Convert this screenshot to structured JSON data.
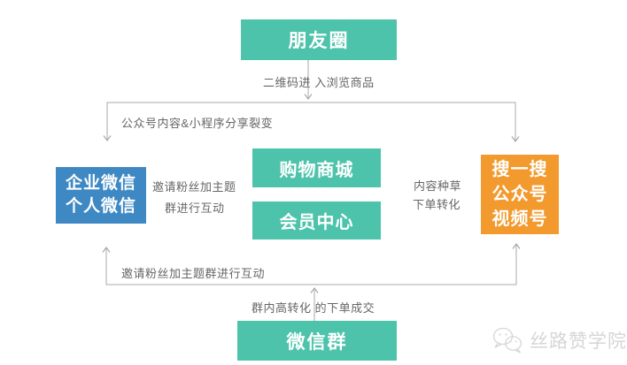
{
  "colors": {
    "teal": "#4EC3AB",
    "blue": "#3E88C3",
    "orange": "#F29A2E",
    "line": "#A9A9A9",
    "label": "#666666",
    "watermark": "#D6D6D6"
  },
  "nodes": {
    "moments": {
      "label": "朋友圈"
    },
    "wecom": {
      "line1": "企业微信",
      "line2": "个人微信"
    },
    "mall": {
      "label": "购物商城"
    },
    "member_center": {
      "label": "会员中心"
    },
    "search": {
      "line1": "搜一搜",
      "line2": "公众号",
      "line3": "视频号"
    },
    "wechat_group": {
      "label": "微信群"
    }
  },
  "edge_labels": {
    "qr_entry": "二维码进 入浏览商品",
    "share_fission": "公众号内容&小程序分享裂变",
    "invite_side_line1": "邀请粉丝加主题",
    "invite_side_line2": "群进行互动",
    "content_seed_line1": "内容种草",
    "content_seed_line2": "下单转化",
    "invite_bottom": "邀请粉丝加主题群进行互动",
    "group_conversion": "群内高转化 的下单成交"
  },
  "edges": [
    {
      "from": "朋友圈",
      "to": "分发节点",
      "direction": "down",
      "label": "二维码进 入浏览商品"
    },
    {
      "from": "分发节点",
      "to": "企业微信/个人微信",
      "direction": "down-left",
      "label": "公众号内容&小程序分享裂变"
    },
    {
      "from": "分发节点",
      "to": "搜一搜/公众号/视频号",
      "direction": "down-right",
      "label": ""
    },
    {
      "from": "微信群",
      "to": "汇流节点",
      "direction": "up",
      "label": "群内高转化 的下单成交"
    },
    {
      "from": "汇流节点",
      "to": "企业微信/个人微信",
      "direction": "up-left",
      "label": "邀请粉丝加主题群进行互动"
    },
    {
      "from": "汇流节点",
      "to": "搜一搜/公众号/视频号",
      "direction": "up-right",
      "label": ""
    }
  ],
  "watermark": {
    "icon": "wechat-logo",
    "text": "丝路赞学院"
  }
}
